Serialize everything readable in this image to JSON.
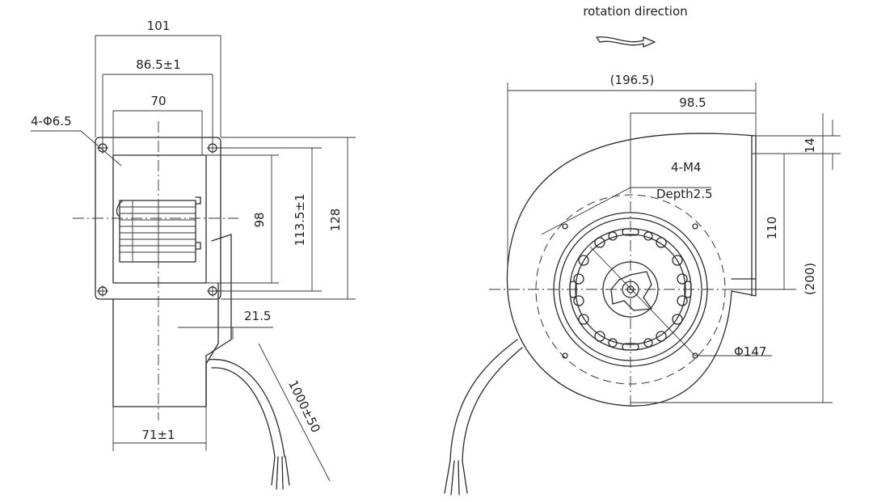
{
  "title": "rotation direction",
  "front_view": {
    "dim_overall_width": "101",
    "dim_hole_spacing": "86.5±1",
    "dim_outlet_width": "70",
    "dim_holes": "4-Φ6.5",
    "dim_inner_height": "98",
    "dim_hole_height": "113.5±1",
    "dim_overall_height": "128",
    "dim_offset": "21.5",
    "dim_cable_length": "1000±50",
    "dim_base_width": "71±1"
  },
  "side_view": {
    "dim_total_width": "(196.5)",
    "dim_half_width": "98.5",
    "dim_thread_holes": "4-M4",
    "dim_thread_depth": "Depth2.5",
    "dim_top": "14",
    "dim_outlet_height": "110",
    "dim_total_height": "(200)",
    "dim_diameter": "Φ147"
  }
}
